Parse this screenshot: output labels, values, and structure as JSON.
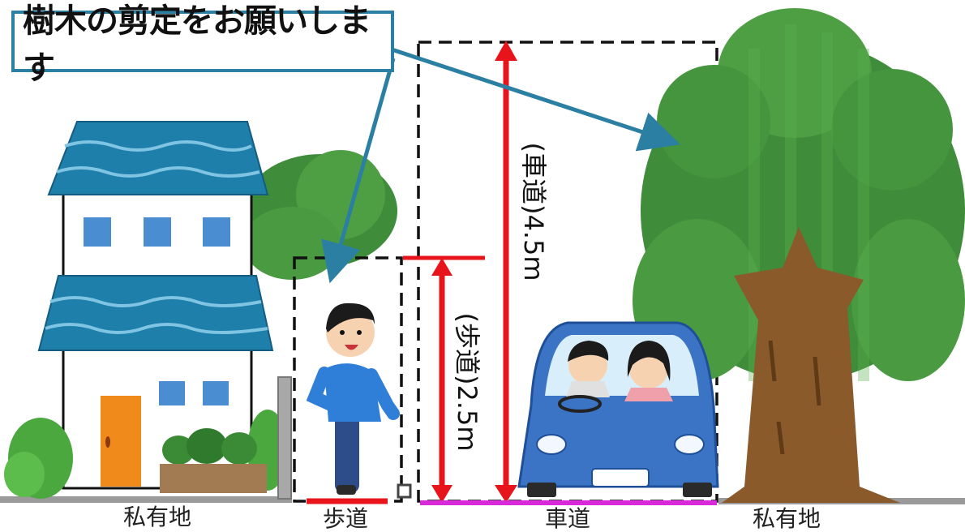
{
  "callout": {
    "text": "樹木の剪定をお願いします"
  },
  "labels": {
    "private_land_left": "私有地",
    "sidewalk": "歩道",
    "roadway": "車道",
    "private_land_right": "私有地"
  },
  "heights": {
    "sidewalk_clearance": "(歩道)2.5m",
    "roadway_clearance": "(車道)4.5m"
  },
  "colors": {
    "roof": "#1e7fab",
    "tree_dark": "#3a8a36",
    "tree_light": "#58b04a",
    "trunk": "#8a5a2b",
    "arrow_callout": "#2b7fa3",
    "measure_red": "#e8141c",
    "roadway_line": "#d82ad8",
    "car": "#3b74c4"
  }
}
